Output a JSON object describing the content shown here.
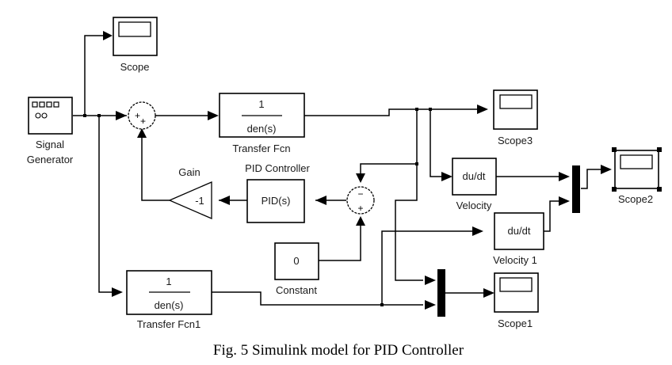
{
  "caption": "Fig. 5 Simulink model for PID Controller",
  "blocks": {
    "signal_generator": {
      "label_line1": "Signal",
      "label_line2": "Generator"
    },
    "scope": {
      "label": "Scope"
    },
    "sum1": {
      "sign1": "+",
      "sign2": "+"
    },
    "transfer_fcn": {
      "label": "Transfer Fcn",
      "numerator": "1",
      "denominator": "den(s)"
    },
    "scope3": {
      "label": "Scope3"
    },
    "velocity": {
      "label": "Velocity",
      "text": "du/dt"
    },
    "scope2": {
      "label": "Scope2"
    },
    "gain": {
      "label": "Gain",
      "value": "-1"
    },
    "pid": {
      "label": "PID Controller",
      "text": "PID(s)"
    },
    "sum2": {
      "sign1": "−",
      "sign2": "+"
    },
    "constant": {
      "label": "Constant",
      "value": "0"
    },
    "velocity1": {
      "label": "Velocity 1",
      "text": "du/dt"
    },
    "transfer_fcn1": {
      "label": "Transfer Fcn1",
      "numerator": "1",
      "denominator": "den(s)"
    },
    "scope1": {
      "label": "Scope1"
    }
  },
  "colors": {
    "label_text": "#1a1a1a",
    "block_fill": "#ffffff",
    "wire": "#000000"
  }
}
